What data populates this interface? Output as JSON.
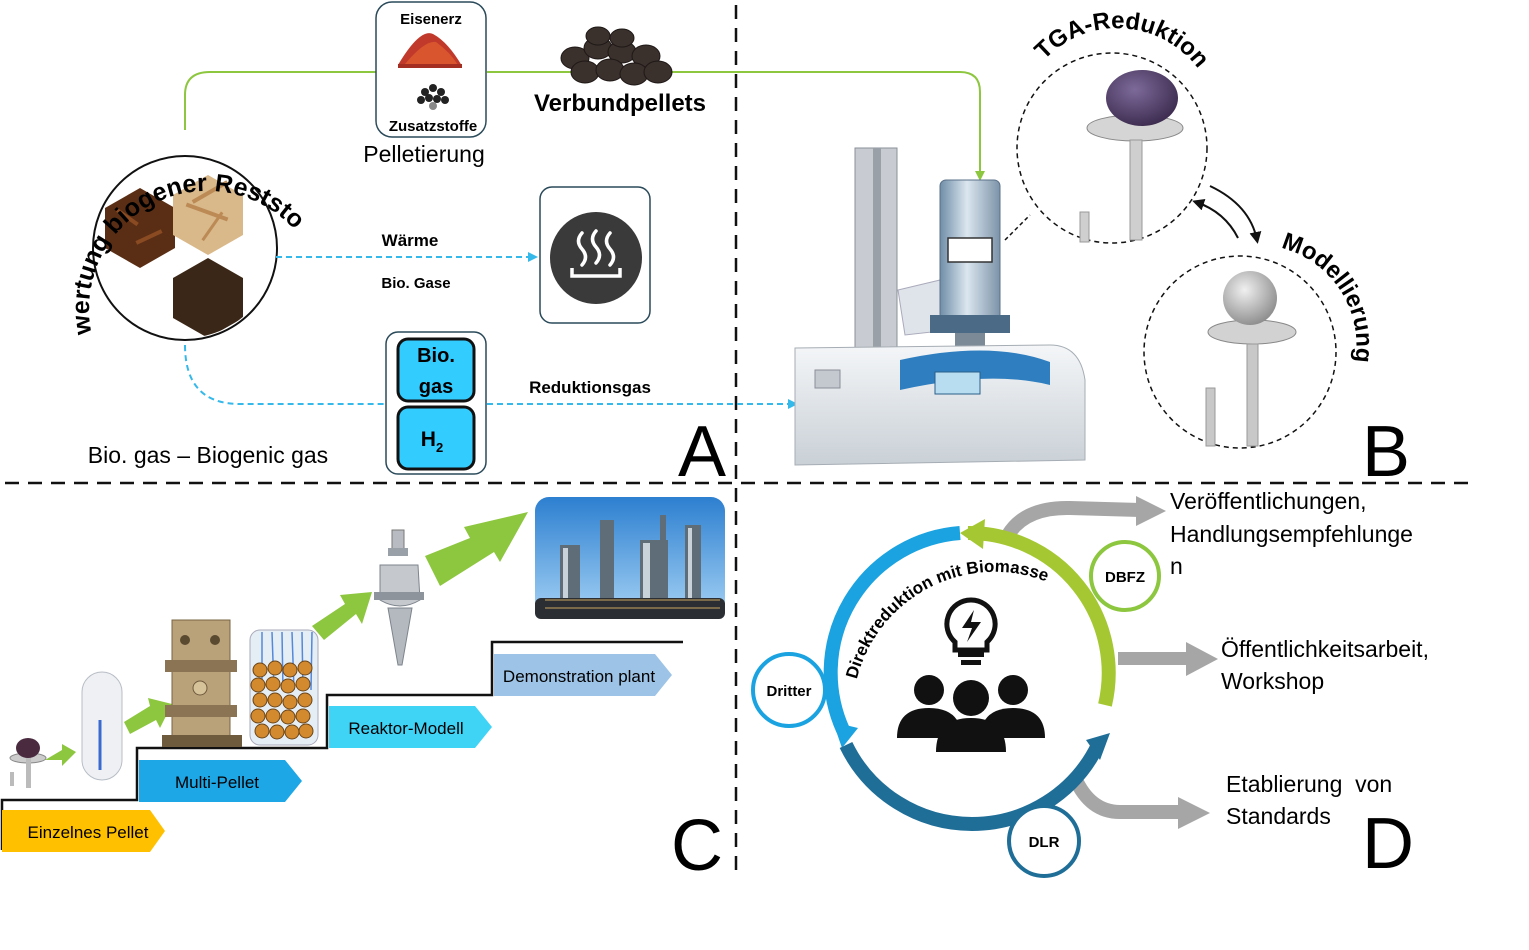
{
  "colors": {
    "green": "#8dc63f",
    "lime": "#a5c832",
    "blue_dash": "#35b8ea",
    "cyan": "#33ccff",
    "step_orange": "#ffc000",
    "step_blue": "#1ea7e6",
    "step_cyan": "#3fd3f5",
    "step_light": "#9dc3e6",
    "ring_dark": "#1f6e98",
    "ring_light": "#1aa3e0",
    "gray_arrow": "#a6a6a6"
  },
  "panel_a": {
    "eisenerz": "Eisenerz",
    "zusatzstoffe": "Zusatzstoffe",
    "pelletierung": "Pelletierung",
    "verbundpellets": "Verbundpellets",
    "verwertung": "Verwertung biogener Reststoffe",
    "waerme": "Wärme",
    "bio_gase": "Bio. Gase",
    "reduktionsgas": "Reduktionsgas",
    "bio_gas_box_line1": "Bio.",
    "bio_gas_box_line2": "gas",
    "h2_main": "H",
    "h2_sub": "2",
    "footnote": "Bio. gas – Biogenic gas",
    "letter": "A",
    "heat_icon": "heat-icon"
  },
  "panel_b": {
    "tga_reduktion": "TGA-Reduktion",
    "modellierung": "Modellierung",
    "letter": "B"
  },
  "panel_c": {
    "steps": [
      "Einzelnes Pellet",
      "Multi-Pellet",
      "Reaktor-Modell",
      "Demonstration plant"
    ],
    "letter": "C"
  },
  "panel_d": {
    "ring_label": "Direktreduktion mit Biomasse",
    "partners": [
      "DBFZ",
      "Dritter",
      "DLR"
    ],
    "out1_line1": "Veröffentlichungen,",
    "out1_line2": "Handlungsempfehlunge",
    "out1_line3": "n",
    "out2_line1": "Öffentlichkeitsarbeit,",
    "out2_line2": "Workshop",
    "out3_line1": "Etablierung  von",
    "out3_line2": "Standards",
    "letter": "D",
    "center_icon": "team-idea-icon"
  }
}
